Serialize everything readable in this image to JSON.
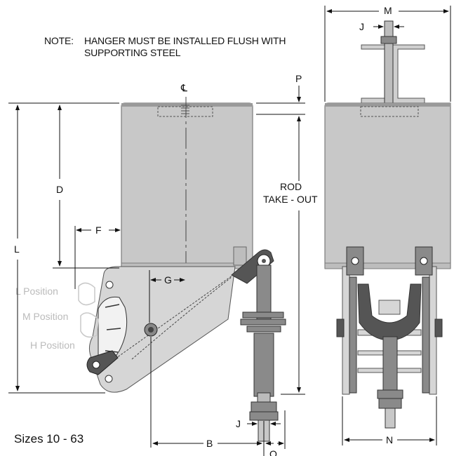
{
  "note": {
    "label": "NOTE:",
    "text": "HANGER MUST BE INSTALLED FLUSH WITH SUPPORTING STEEL"
  },
  "sizes": "Sizes 10 - 63",
  "centerline": "℄",
  "rod_takeout": [
    "ROD",
    "TAKE - OUT"
  ],
  "positions": {
    "l": "L Position",
    "m": "M Position",
    "h": "H Position"
  },
  "dimensions": {
    "b": "B",
    "d": "D",
    "f": "F",
    "g": "G",
    "j_front": "J",
    "l": "L",
    "p": "P",
    "q": "Q",
    "m": "M",
    "j_side": "J",
    "n": "N"
  }
}
